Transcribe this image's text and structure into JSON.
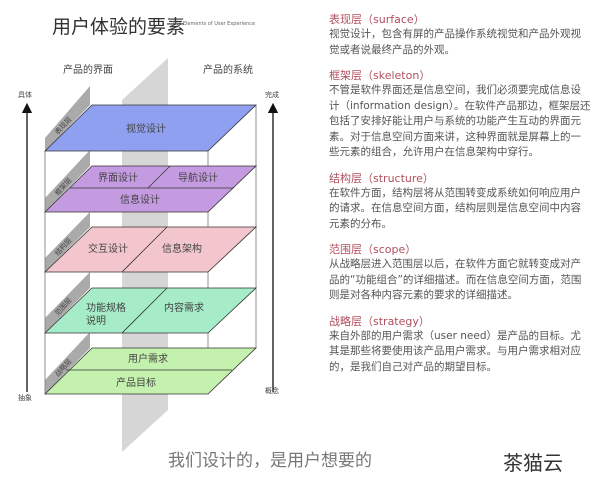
{
  "title": "用户体验的要素",
  "subtitle": "The Elements of User Experience",
  "diagram": {
    "col_left": "产品的界面",
    "col_right": "产品的系统",
    "axis_left_top": "具体",
    "axis_left_bottom": "抽象",
    "axis_right_top": "完成",
    "axis_right_bottom": "概念",
    "layers": [
      {
        "tab": "表现层",
        "items": [
          "视觉设计"
        ],
        "color": "#8fa0f0"
      },
      {
        "tab": "框架层",
        "items": [
          "界面设计",
          "导航设计",
          "信息设计"
        ],
        "color": "#c49ae0"
      },
      {
        "tab": "结构层",
        "items": [
          "交互设计",
          "信息架构"
        ],
        "color": "#f2c6cc"
      },
      {
        "tab": "范围层",
        "items": [
          "功能规格",
          "说明",
          "内容需求"
        ],
        "color": "#a6ecc8"
      },
      {
        "tab": "战略层",
        "items": [
          "用户需求",
          "产品目标"
        ],
        "color": "#c4f2ae"
      }
    ]
  },
  "sections": [
    {
      "heading": "表现层（surface）",
      "body": "视觉设计，包含有屏的产品操作系统视觉和产品外观视觉或者说最终产品的外观。"
    },
    {
      "heading": "框架层（skeleton）",
      "body": "不管是软件界面还是信息空间，我们必须要完成信息设计（information design）。在软件产品那边，框架层还包括了安排好能让用户与系统的功能产生互动的界面元素。对于信息空间方面来讲，这种界面就是屏幕上的一些元素的组合，允许用户在信息架构中穿行。"
    },
    {
      "heading": "结构层（structure）",
      "body": "在软件方面，结构层将从范围转变成系统如何响应用户的请求。在信息空间方面，结构层则是信息空间中内容元素的分布。"
    },
    {
      "heading": "范围层（scope）",
      "body": "从战略层进入范围层以后，在软件方面它就转变成对产品的“功能组合”的详细描述。而在信息空间方面，范围则是对各种内容元素的要求的详细描述。"
    },
    {
      "heading": "战略层（strategy）",
      "body": "来自外部的用户需求（user need）是产品的目标。尤其是那些将要使用该产品用户需求。与用户需求相对应的，是我们自己对产品的期望目标。"
    }
  ],
  "slogan": "我们设计的，是用户想要的",
  "watermark": "茶猫云"
}
